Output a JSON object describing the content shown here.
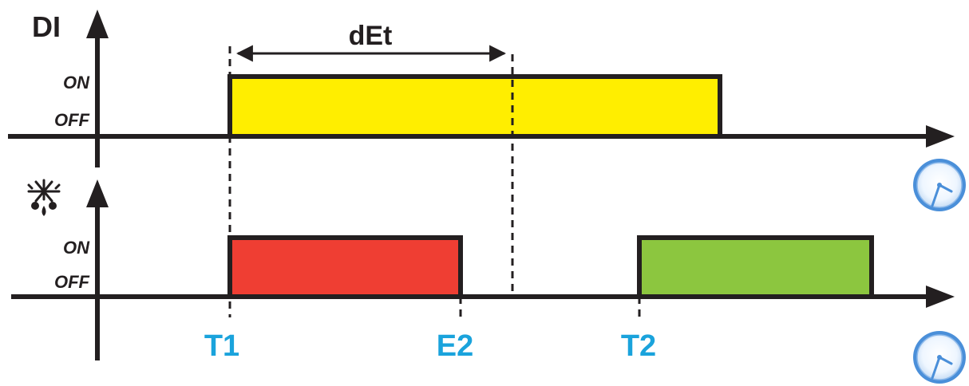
{
  "signals": {
    "top_label": "DI",
    "bottom_icon": "defrost-snowflake-drop-icon"
  },
  "levels": {
    "on": "ON",
    "off": "OFF"
  },
  "interval": {
    "label": "dEt"
  },
  "time_markers": {
    "t1": "T1",
    "e2": "E2",
    "t2": "T2"
  },
  "time_icon": "clock-icon",
  "colors": {
    "di_pulse": "#FFEE00",
    "pulse_1": "#EF3E33",
    "pulse_2": "#8CC63F",
    "marker_text": "#1AA3DC",
    "axis": "#231F20",
    "clock_ring": "#4A8FD9"
  }
}
